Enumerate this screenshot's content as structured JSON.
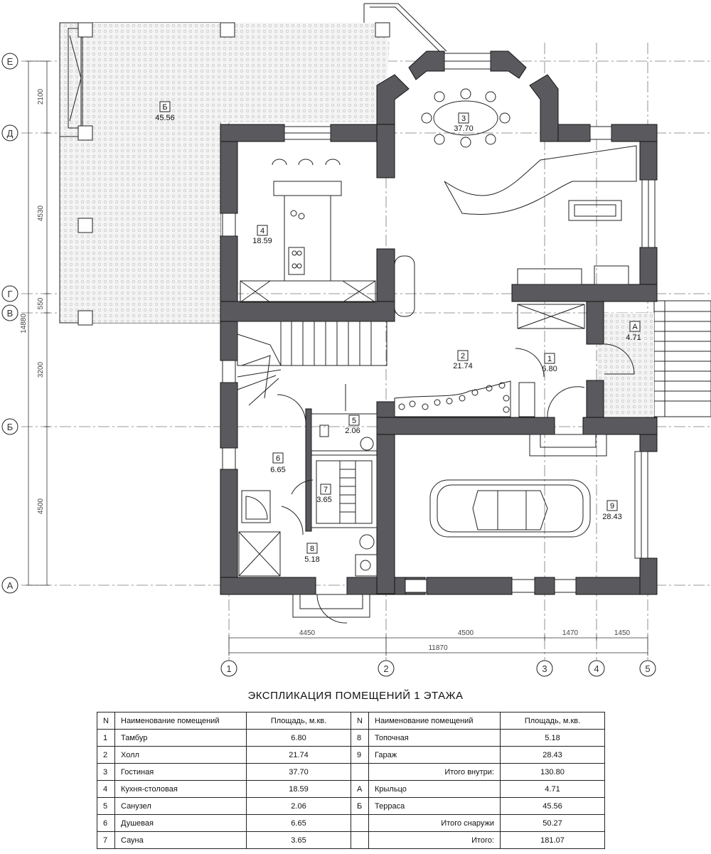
{
  "axes": {
    "rows": [
      "Е",
      "Д",
      "Г",
      "В",
      "Б",
      "А"
    ],
    "columns": [
      "1",
      "2",
      "3",
      "4",
      "5"
    ]
  },
  "dimensions": {
    "left": [
      "2100",
      "4530",
      "550",
      "3200",
      "4500",
      "14880"
    ],
    "bottom": [
      "4450",
      "4500",
      "1470",
      "1450",
      "11870"
    ]
  },
  "rooms": [
    {
      "num": "1",
      "area": "6.80"
    },
    {
      "num": "2",
      "area": "21.74"
    },
    {
      "num": "3",
      "area": "37.70"
    },
    {
      "num": "4",
      "area": "18.59"
    },
    {
      "num": "5",
      "area": "2.06"
    },
    {
      "num": "6",
      "area": "6.65"
    },
    {
      "num": "7",
      "area": "3.65"
    },
    {
      "num": "8",
      "area": "5.18"
    },
    {
      "num": "9",
      "area": "28.43"
    },
    {
      "num": "А",
      "area": "4.71"
    },
    {
      "num": "Б",
      "area": "45.56"
    }
  ],
  "table": {
    "title": "ЭКСПЛИКАЦИЯ ПОМЕЩЕНИЙ 1 ЭТАЖА",
    "header": {
      "n": "N",
      "name": "Наименование помещений",
      "area": "Площадь, м.кв."
    },
    "left_rows": [
      {
        "n": "1",
        "name": "Тамбур",
        "area": "6.80"
      },
      {
        "n": "2",
        "name": "Холл",
        "area": "21.74"
      },
      {
        "n": "3",
        "name": "Гостиная",
        "area": "37.70"
      },
      {
        "n": "4",
        "name": "Кухня-столовая",
        "area": "18.59"
      },
      {
        "n": "5",
        "name": "Санузел",
        "area": "2.06"
      },
      {
        "n": "6",
        "name": "Душевая",
        "area": "6.65"
      },
      {
        "n": "7",
        "name": "Сауна",
        "area": "3.65"
      }
    ],
    "right_rows": [
      {
        "n": "8",
        "name": "Топочная",
        "area": "5.18",
        "total": false
      },
      {
        "n": "9",
        "name": "Гараж",
        "area": "28.43",
        "total": false
      },
      {
        "n": "",
        "name": "Итого внутри:",
        "area": "130.80",
        "total": true
      },
      {
        "n": "А",
        "name": "Крыльцо",
        "area": "4.71",
        "total": false
      },
      {
        "n": "Б",
        "name": "Терраса",
        "area": "45.56",
        "total": false
      },
      {
        "n": "",
        "name": "Итого снаружи",
        "area": "50.27",
        "total": true
      },
      {
        "n": "",
        "name": "Итого:",
        "area": "181.07",
        "total": true
      }
    ]
  }
}
